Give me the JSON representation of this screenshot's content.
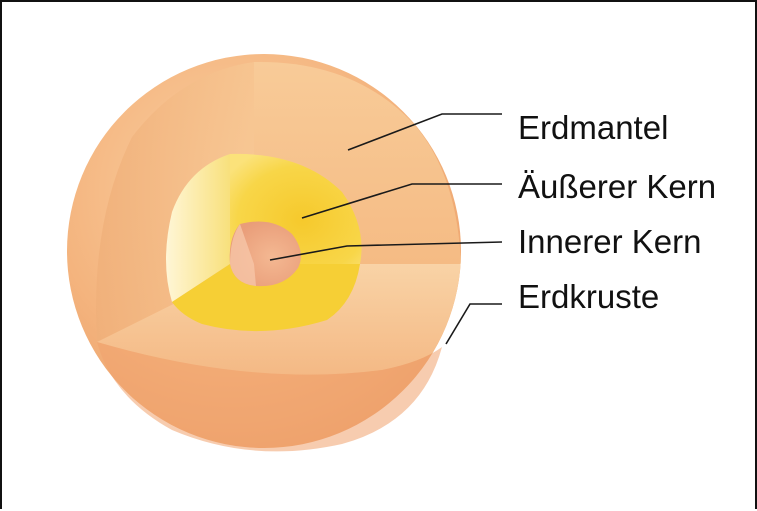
{
  "diagram": {
    "labels": {
      "mantle": "Erdmantel",
      "outer_core": "Äußerer Kern",
      "inner_core": "Innerer Kern",
      "crust": "Erdkruste"
    },
    "colors": {
      "crust": "#f1a870",
      "mantle": "#f6c48e",
      "outer_core": "#f7d23c",
      "inner_core": "#efa981",
      "leader_line": "#1a1a1a"
    }
  }
}
